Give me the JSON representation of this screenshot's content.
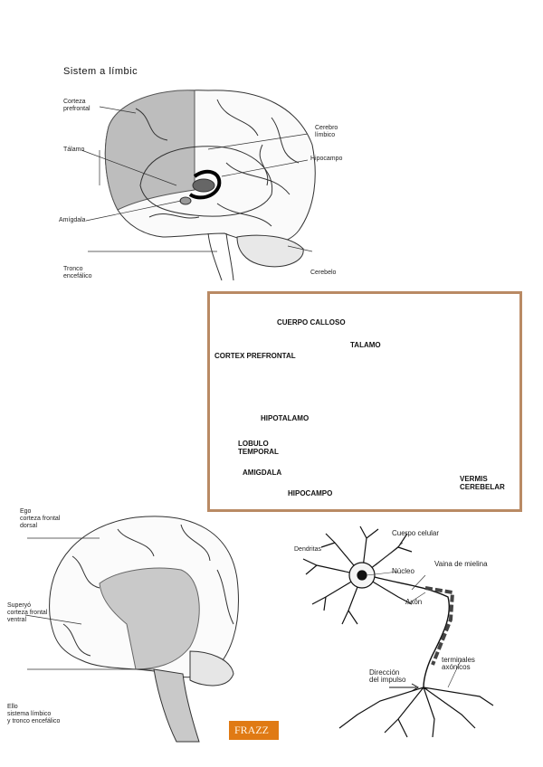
{
  "limbic": {
    "title": "Sistem a límbic",
    "labels": {
      "prefrontal": "Corteza\nprefrontal",
      "talamo": "Tálamo",
      "amigdala": "Amígdala",
      "tronco": "Tronco\nencefálico",
      "cerebro_limbico": "Cerebro\nlímbico",
      "hipocampo": "Hipocampo",
      "cerebelo": "Cerebelo"
    }
  },
  "color_brain": {
    "labels": {
      "cuerpo_calloso": "CUERPO CALLOSO",
      "cortex_prefrontal": "CORTEX PREFRONTAL",
      "talamo": "TALAMO",
      "hipotalamo": "HIPOTALAMO",
      "lobulo_temporal": "LOBULO\nTEMPORAL",
      "amigdala": "AMIGDALA",
      "hipocampo": "HIPOCAMPO",
      "vermis": "VERMIS\nCEREBELAR"
    },
    "colors": {
      "border": "#b98a64",
      "cortex": "#e0925e",
      "thalamus": "#2a2ae0",
      "cerebellum": "#b5512e"
    }
  },
  "freud_brain": {
    "labels": {
      "ego": "Ego\ncorteza frontal\ndorsal",
      "superyo": "Superyó\ncorteza frontal\nventral",
      "ello": "Ello\nsistema límbico\ny tronco encefálico"
    }
  },
  "neuron": {
    "labels": {
      "cuerpo_celular": "Cuerpo celular",
      "dendritas": "Dendritas",
      "nucleo": "Núcleo",
      "vaina": "Vaina de mielina",
      "axon": "Axón",
      "terminales": "terminales\naxónicos",
      "direccion": "Dirección\ndel impulso"
    }
  },
  "logo": {
    "text": "FRAZZ"
  }
}
